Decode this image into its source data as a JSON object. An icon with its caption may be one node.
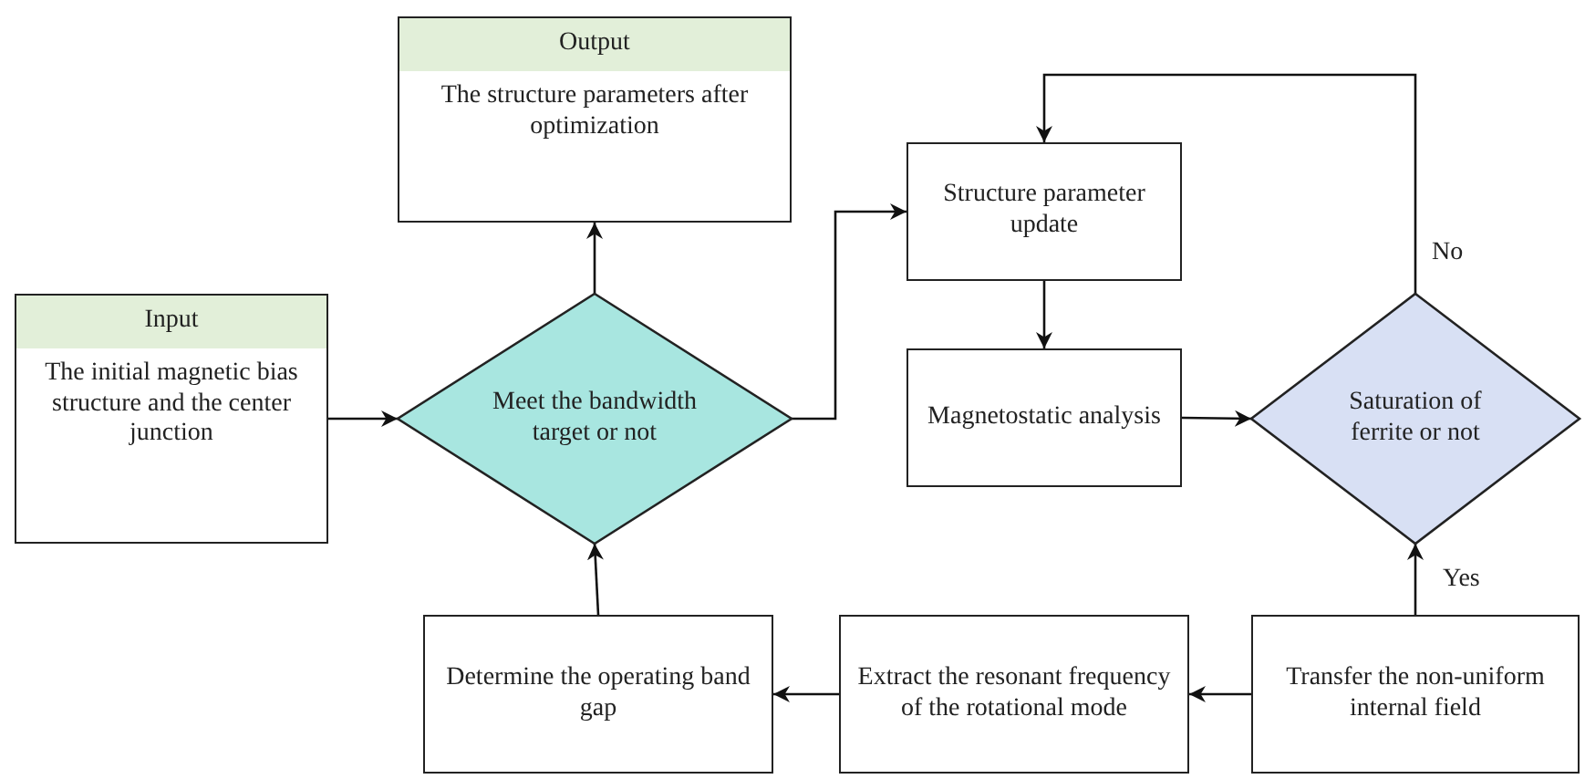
{
  "diagram": {
    "nodes": [
      {
        "text": [
          "Output",
          "The structure parameters after optimization"
        ]
      },
      {
        "text": [
          "Input",
          "The initial magnetic bias structure and the center junction"
        ]
      },
      {
        "text": [
          "Meet the bandwidth target or not"
        ]
      },
      {
        "text": [
          "Structure parameter update"
        ]
      },
      {
        "text": [
          "Magnetostatic analysis"
        ]
      },
      {
        "text": [
          "Saturation of ferrite or not"
        ]
      },
      {
        "text": [
          "Determine the operating band gap"
        ]
      },
      {
        "text": [
          "Extract the resonant frequency of the rotational mode"
        ]
      },
      {
        "text": [
          "Transfer the non-uniform internal field"
        ]
      }
    ],
    "edges": [
      {
        "from": 1,
        "to": 2,
        "arrow": "to"
      },
      {
        "from": 2,
        "to": 0,
        "arrow": "to"
      },
      {
        "from": 2,
        "to": 3,
        "arrow": "to"
      },
      {
        "from": 3,
        "to": 4,
        "arrow": "to"
      },
      {
        "from": 4,
        "to": 5,
        "arrow": "to"
      },
      {
        "from": 5,
        "to": 3,
        "arrow": "to",
        "label": "No"
      },
      {
        "from": 8,
        "to": 5,
        "arrow": "to",
        "label": "Yes"
      },
      {
        "from": 8,
        "to": 7,
        "arrow": "to"
      },
      {
        "from": 7,
        "to": 6,
        "arrow": "to"
      },
      {
        "from": 6,
        "to": 2,
        "arrow": "to"
      }
    ]
  }
}
